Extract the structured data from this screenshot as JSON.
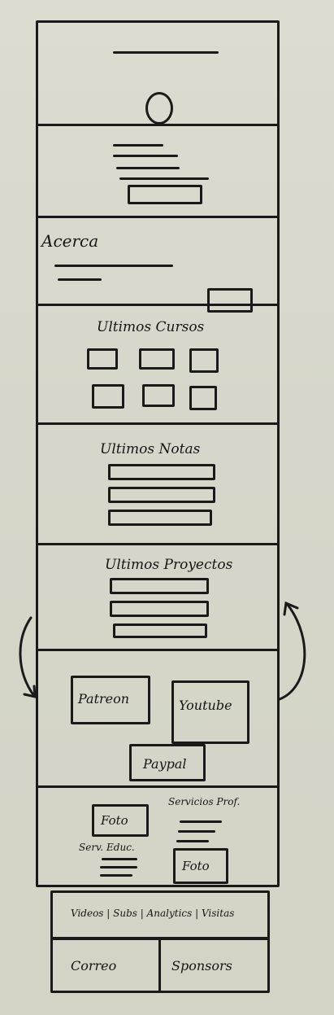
{
  "sections": {
    "about": {
      "title": "Acerca"
    },
    "courses": {
      "title": "Ultimos Cursos"
    },
    "notes": {
      "title": "Ultimos Notas"
    },
    "projects": {
      "title": "Ultimos Proyectos"
    },
    "support": {
      "patreon": "Patreon",
      "youtube": "Youtube",
      "paypal": "Paypal"
    },
    "services": {
      "photo_left": "Foto",
      "photo_right": "Foto",
      "prof_services": "Servicios Prof.",
      "edu_services": "Serv. Educ."
    },
    "stats_bar": {
      "text": "Videos | Subs | Analytics | Visitas"
    },
    "footer": {
      "mail": "Correo",
      "sponsors": "Sponsors"
    }
  }
}
